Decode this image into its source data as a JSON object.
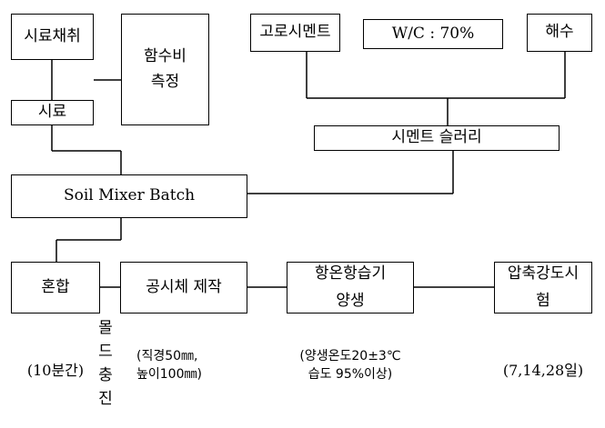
{
  "boxes": {
    "sample_collection": "시료채취",
    "moisture_line1": "함수비",
    "moisture_line2": "측정",
    "sample": "시료",
    "blast_furnace_cement": "고로시멘트",
    "wc_ratio": "W/C : 70%",
    "seawater": "해수",
    "cement_slurry": "시멘트 슬러리",
    "soil_mixer_batch": "Soil Mixer Batch",
    "mixing": "혼합",
    "specimen_making": "공시체 제작",
    "curing_line1": "항온항습기",
    "curing_line2": "양생",
    "compression_line1": "압축강도시",
    "compression_line2": "험"
  },
  "annotations": {
    "mixing_time": "(10분간)",
    "mold_filling_chars": [
      "몰",
      "드",
      "충",
      "진"
    ],
    "specimen_size_line1": "(직경50㎜,",
    "specimen_size_line2": "높이100㎜)",
    "curing_cond_line1": "(양생온도20±3℃",
    "curing_cond_line2": "습도 95%이상)",
    "test_ages": "(7,14,28일)"
  }
}
